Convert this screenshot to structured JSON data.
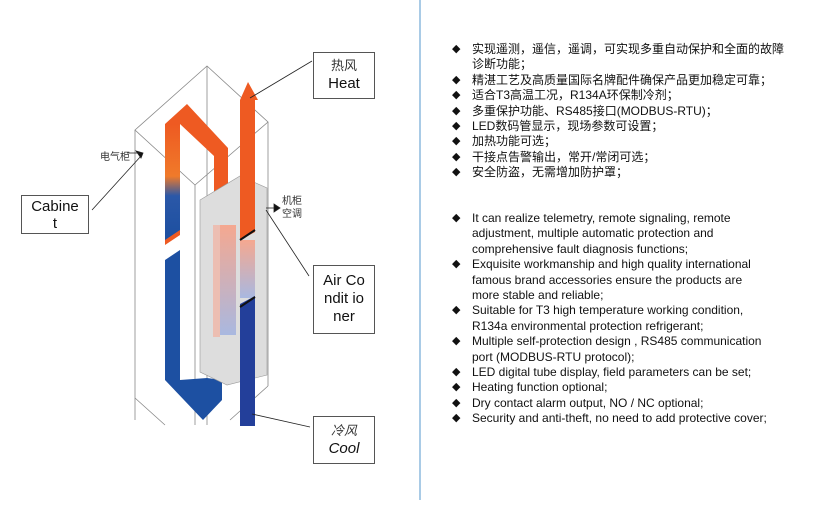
{
  "diagram": {
    "heat_cn": "热风",
    "heat_en": "Heat",
    "cabinet_en": "Cabine t",
    "cabinet_cn": "电气柜",
    "ac_cn": "机柜空调",
    "ac_en": "Air Condit ioner",
    "cool_cn": "冷风",
    "cool_en": "Cool"
  },
  "features_cn": [
    "实现遥测，遥信，遥调，可实现多重自动保护和全面的故障诊断功能；",
    "精湛工艺及高质量国际名牌配件确保产品更加稳定可靠；",
    "适合T3高温工况，R134A环保制冷剂；",
    "多重保护功能、RS485接口(MODBUS-RTU)；",
    "LED数码管显示，现场参数可设置；",
    "加热功能可选；",
    "干接点告警输出，常开/常闭可选；",
    "安全防盗，无需增加防护罩；"
  ],
  "features_en": [
    "It can realize telemetry, remote signaling, remote adjustment, multiple automatic protection and comprehensive fault diagnosis functions;",
    "Exquisite workmanship and high quality international famous brand accessories ensure the products are more stable and reliable;",
    "Suitable for T3 high temperature working condition, R134a environmental protection refrigerant;",
    "Multiple self-protection design , RS485 communication port (MODBUS-RTU protocol);",
    "LED digital tube display, field parameters can be set;",
    "Heating function optional;",
    "Dry contact alarm output, NO / NC optional;",
    "Security and anti-theft, no need to add protective cover;"
  ]
}
